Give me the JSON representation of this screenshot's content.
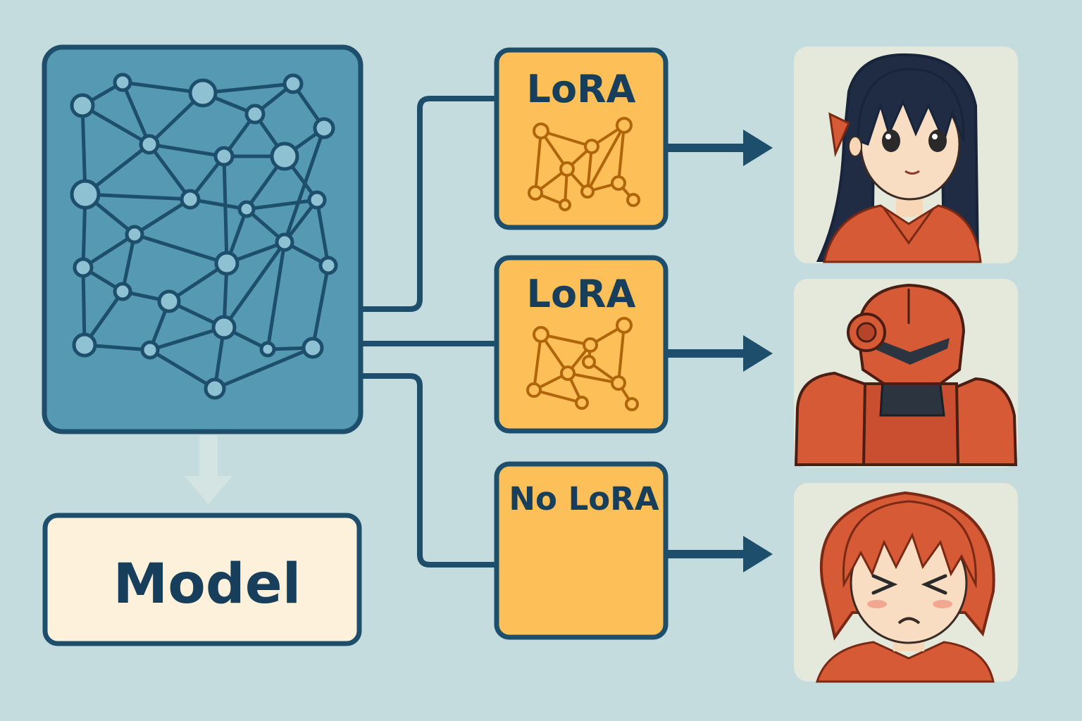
{
  "colors": {
    "background": "#c5dcde",
    "dark_line": "#1d4e6b",
    "text": "#173f5c",
    "network_fill": "#5599b3",
    "network_node": "#8ec1d2",
    "lora_fill": "#fdbf57",
    "lora_stroke": "#1d4e6b",
    "lora_network": "#b1650b",
    "model_fill": "#fdf1dc",
    "output_bg": "#e4e9dc",
    "character_orange": "#d75a37"
  },
  "network_panel": {
    "icon": "neural-network-icon"
  },
  "model_box": {
    "label": "Model"
  },
  "adapters": [
    {
      "label": "LoRA",
      "icon": "lora-network-icon"
    },
    {
      "label": "LoRA",
      "icon": "lora-network-icon"
    },
    {
      "label": "No LoRA",
      "icon": ""
    }
  ],
  "outputs": [
    {
      "icon": "anime-girl-dark-hair-icon"
    },
    {
      "icon": "orange-robot-icon"
    },
    {
      "icon": "anime-boy-squinting-icon"
    }
  ]
}
